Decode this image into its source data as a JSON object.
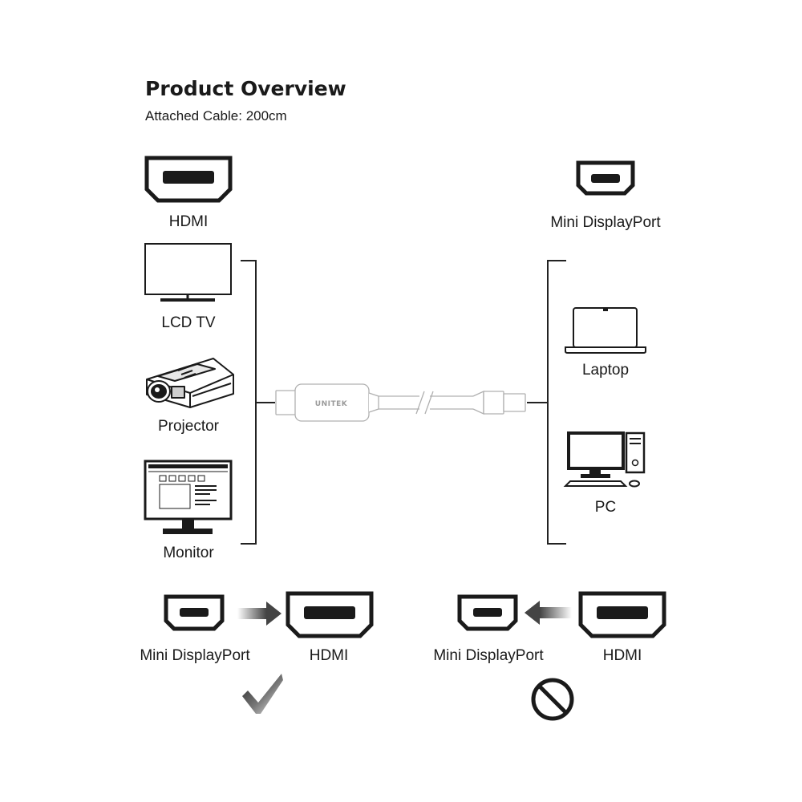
{
  "header": {
    "title": "Product Overview",
    "subtitle": "Attached Cable: 200cm"
  },
  "ports": {
    "hdmi_label": "HDMI",
    "mdp_label": "Mini DisplayPort"
  },
  "displays": {
    "lcd_tv": "LCD TV",
    "projector": "Projector",
    "monitor": "Monitor"
  },
  "sources": {
    "laptop": "Laptop",
    "pc": "PC"
  },
  "cable": {
    "brand": "UNITEK"
  },
  "direction": {
    "supported": {
      "from": "Mini DisplayPort",
      "to": "HDMI",
      "status": "check-icon"
    },
    "unsupported": {
      "from": "Mini DisplayPort",
      "to": "HDMI",
      "status": "prohibited-icon"
    }
  },
  "colors": {
    "ink": "#1a1a1a",
    "line": "#222222",
    "cable_outline": "#b0b0b0"
  }
}
